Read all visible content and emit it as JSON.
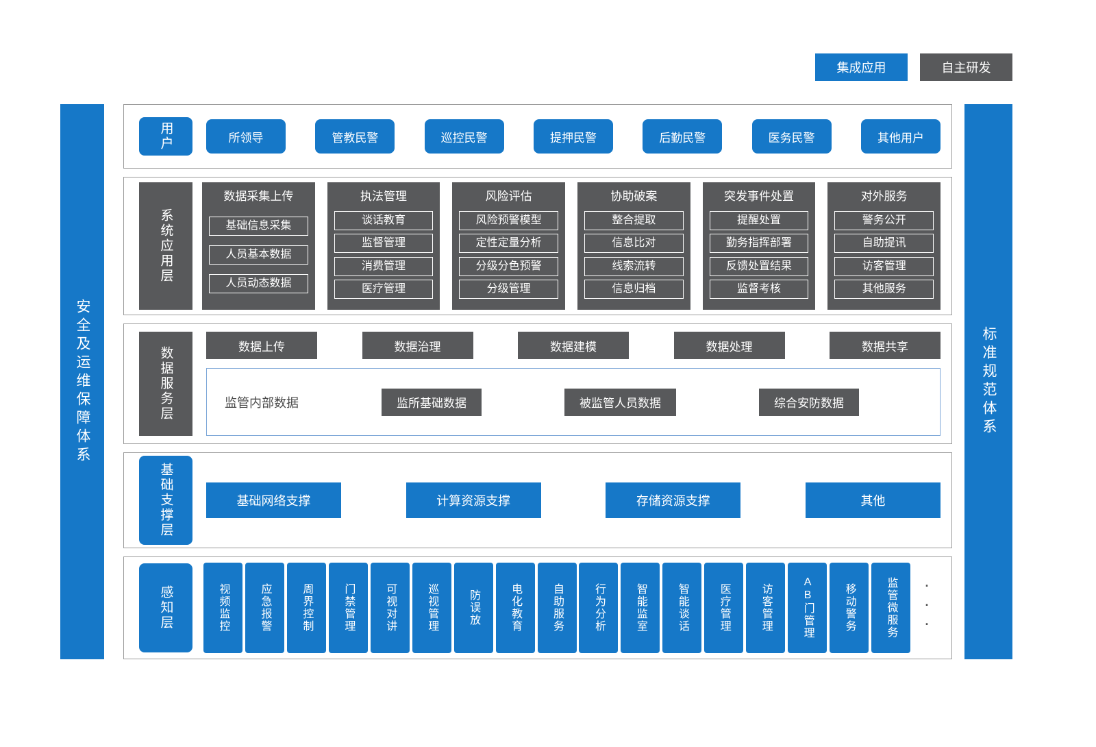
{
  "legend": {
    "integrated": "集成应用",
    "self_developed": "自主研发"
  },
  "side_bars": {
    "left": "安全及运维保障体系",
    "right": "标准规范体系"
  },
  "colors": {
    "blue": "#1678C8",
    "dark_gray": "#58595B"
  },
  "layers": {
    "users": {
      "label": "用户",
      "items": [
        "所领导",
        "管教民警",
        "巡控民警",
        "提押民警",
        "后勤民警",
        "医务民警",
        "其他用户"
      ]
    },
    "application": {
      "label": "系统应用层",
      "groups": [
        {
          "title": "数据采集上传",
          "items": [
            "基础信息采集",
            "人员基本数据",
            "人员动态数据"
          ]
        },
        {
          "title": "执法管理",
          "items": [
            "谈话教育",
            "监督管理",
            "消费管理",
            "医疗管理"
          ]
        },
        {
          "title": "风险评估",
          "items": [
            "风险预警模型",
            "定性定量分析",
            "分级分色预警",
            "分级管理"
          ]
        },
        {
          "title": "协助破案",
          "items": [
            "整合提取",
            "信息比对",
            "线索流转",
            "信息归档"
          ]
        },
        {
          "title": "突发事件处置",
          "items": [
            "提醒处置",
            "勤务指挥部署",
            "反馈处置结果",
            "监督考核"
          ]
        },
        {
          "title": "对外服务",
          "items": [
            "警务公开",
            "自助提讯",
            "访客管理",
            "其他服务"
          ]
        }
      ]
    },
    "data_service": {
      "label": "数据服务层",
      "items": [
        "数据上传",
        "数据治理",
        "数据建模",
        "数据处理",
        "数据共享"
      ],
      "internal_data": {
        "label": "监管内部数据",
        "items": [
          "监所基础数据",
          "被监管人员数据",
          "综合安防数据"
        ]
      }
    },
    "support": {
      "label": "基础支撑层",
      "items": [
        "基础网络支撑",
        "计算资源支撑",
        "存储资源支撑",
        "其他"
      ]
    },
    "perception": {
      "label": "感知层",
      "items": [
        "视频监控",
        "应急报警",
        "周界控制",
        "门禁管理",
        "可视对讲",
        "巡视管理",
        "防误放",
        "电化教育",
        "自助服务",
        "行为分析",
        "智能监室",
        "智能谈话",
        "医疗管理",
        "访客管理",
        "AB门管理",
        "移动警务",
        "监管微服务"
      ],
      "more": "···"
    }
  }
}
